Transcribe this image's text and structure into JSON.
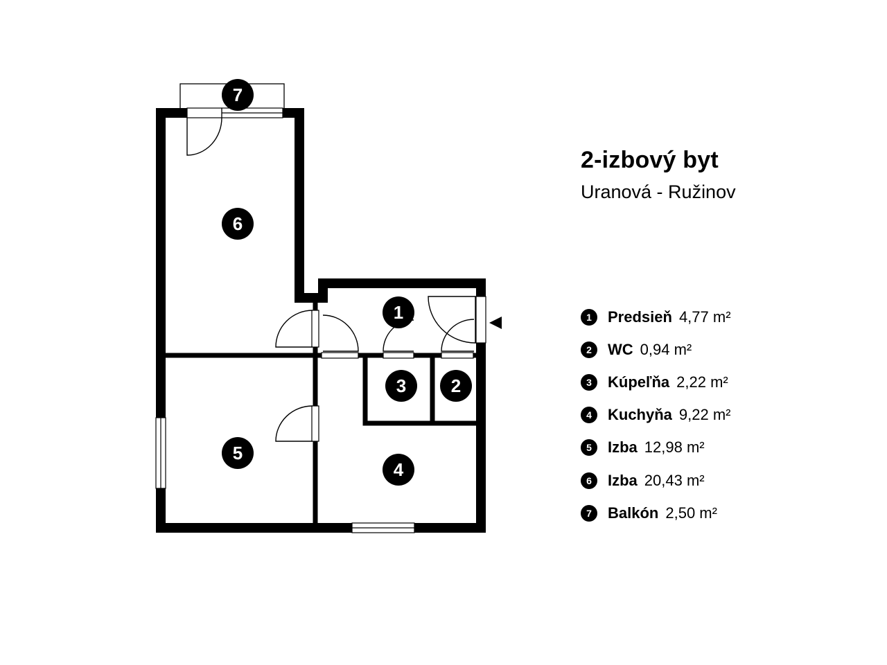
{
  "header": {
    "title": "2-izbový byt",
    "subtitle": "Uranová - Ružinov"
  },
  "rooms": [
    {
      "num": "1",
      "name": "Predsieň",
      "area": "4,77 m²"
    },
    {
      "num": "2",
      "name": "WC",
      "area": "0,94 m²"
    },
    {
      "num": "3",
      "name": "Kúpeľňa",
      "area": "2,22 m²"
    },
    {
      "num": "4",
      "name": "Kuchyňa",
      "area": "9,22 m²"
    },
    {
      "num": "5",
      "name": "Izba",
      "area": "12,98 m²"
    },
    {
      "num": "6",
      "name": "Izba",
      "area": "20,43 m²"
    },
    {
      "num": "7",
      "name": "Balkón",
      "area": "2,50 m²"
    }
  ],
  "colors": {
    "wall": "#000000",
    "background": "#ffffff",
    "badge_text": "#ffffff"
  },
  "icons": {
    "entrance": "entrance-arrow-icon"
  }
}
